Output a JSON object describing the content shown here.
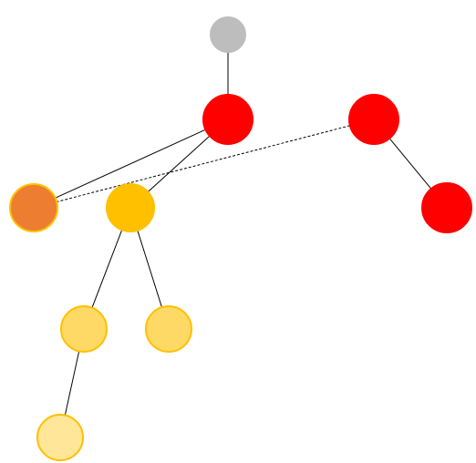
{
  "diagram": {
    "type": "graph",
    "nodes": [
      {
        "id": "root",
        "fill": "#bdbdbd",
        "stroke": "#bdbdbd"
      },
      {
        "id": "red-center",
        "fill": "#ff0000",
        "stroke": "#ff0000"
      },
      {
        "id": "red-right",
        "fill": "#ff0000",
        "stroke": "#ff0000"
      },
      {
        "id": "orange-left",
        "fill": "#ed7d31",
        "stroke": "#ffc000"
      },
      {
        "id": "gold-center",
        "fill": "#ffc000",
        "stroke": "#ffc000"
      },
      {
        "id": "red-far-right",
        "fill": "#ff0000",
        "stroke": "#ff0000"
      },
      {
        "id": "light-gold-left",
        "fill": "#ffd966",
        "stroke": "#ffc000"
      },
      {
        "id": "light-gold-right",
        "fill": "#ffd966",
        "stroke": "#ffc000"
      },
      {
        "id": "pale-gold-bottom",
        "fill": "#ffe699",
        "stroke": "#ffc000"
      }
    ],
    "edges": [
      {
        "from": "root",
        "to": "red-center",
        "style": "solid"
      },
      {
        "from": "red-center",
        "to": "orange-left",
        "style": "solid"
      },
      {
        "from": "red-center",
        "to": "gold-center",
        "style": "solid"
      },
      {
        "from": "red-right",
        "to": "orange-left",
        "style": "dashed"
      },
      {
        "from": "red-right",
        "to": "red-far-right",
        "style": "solid"
      },
      {
        "from": "gold-center",
        "to": "light-gold-left",
        "style": "solid"
      },
      {
        "from": "gold-center",
        "to": "light-gold-right",
        "style": "solid"
      },
      {
        "from": "light-gold-left",
        "to": "pale-gold-bottom",
        "style": "solid"
      }
    ]
  }
}
